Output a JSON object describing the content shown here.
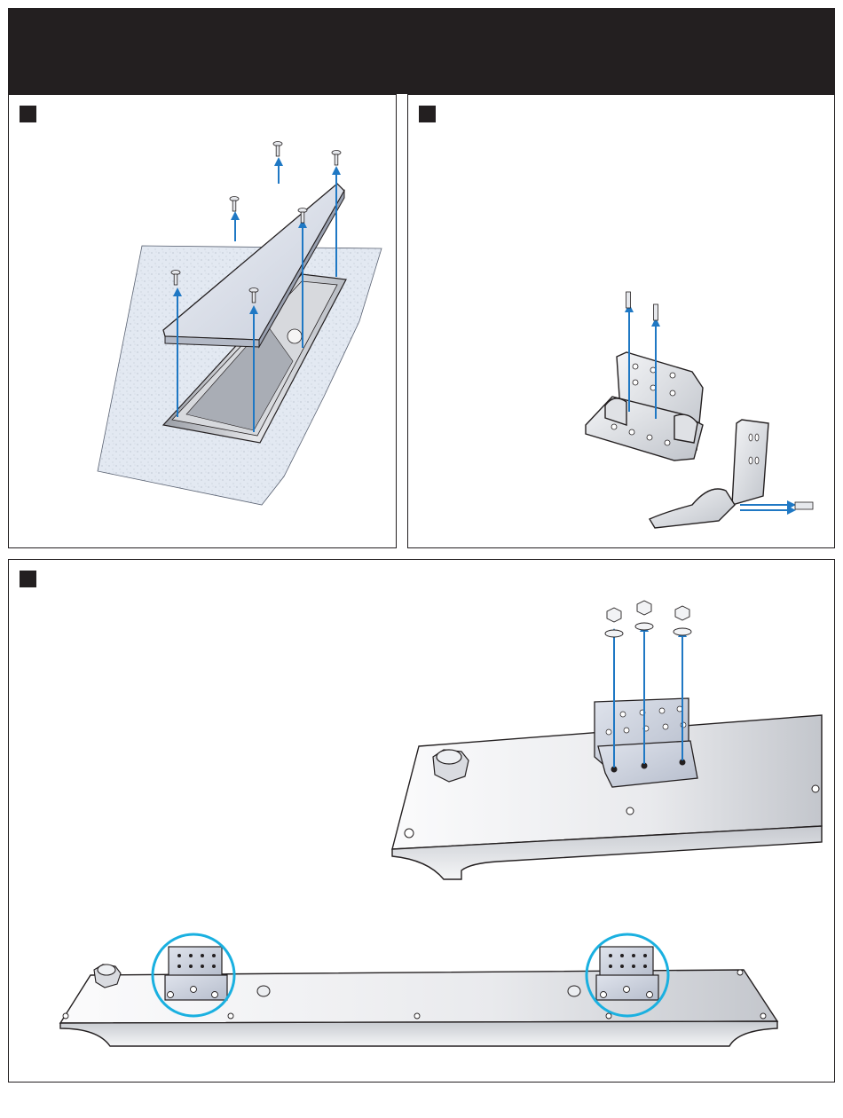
{
  "page": {
    "header": {},
    "panels": [
      {
        "id": "step-1",
        "figure": "cover-plate-removal"
      },
      {
        "id": "step-2",
        "figure": "bracket-attachment"
      },
      {
        "id": "step-3",
        "figure": "bracket-mounted-on-fixture"
      }
    ]
  },
  "colors": {
    "ink": "#231f20",
    "arrow_blue": "#1f78c4",
    "highlight_cyan": "#1ab0e0",
    "metal_light": "#f2f3f5",
    "metal_mid": "#c9ccd3",
    "concrete": "#dfe6f0"
  }
}
